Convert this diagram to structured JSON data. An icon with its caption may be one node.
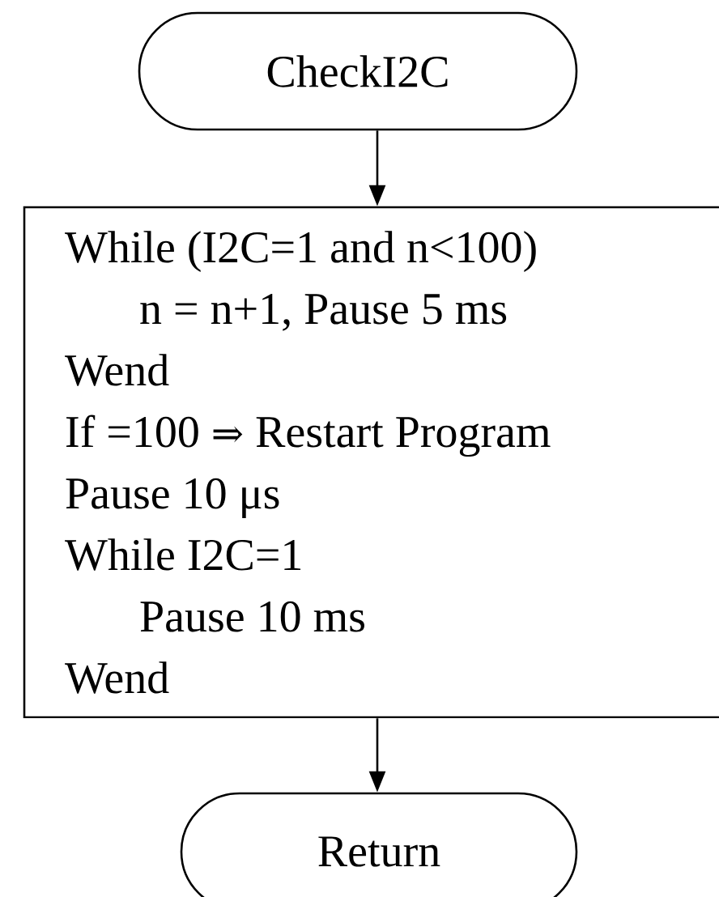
{
  "diagram": {
    "nodes": [
      {
        "text": [
          "CheckI2C"
        ]
      },
      {
        "text": [
          "While (I2C=1 and n<100)",
          "n = n+1, Pause 5 ms",
          "Wend",
          "If =100 ⇒ Restart Program",
          "Pause 10 μs",
          "While I2C=1",
          "Pause 10 ms",
          "Wend"
        ]
      },
      {
        "text": [
          "Return"
        ]
      }
    ],
    "edges": [
      {
        "from": 0,
        "to": 1,
        "arrow": "to"
      },
      {
        "from": 1,
        "to": 2,
        "arrow": "to"
      }
    ]
  }
}
